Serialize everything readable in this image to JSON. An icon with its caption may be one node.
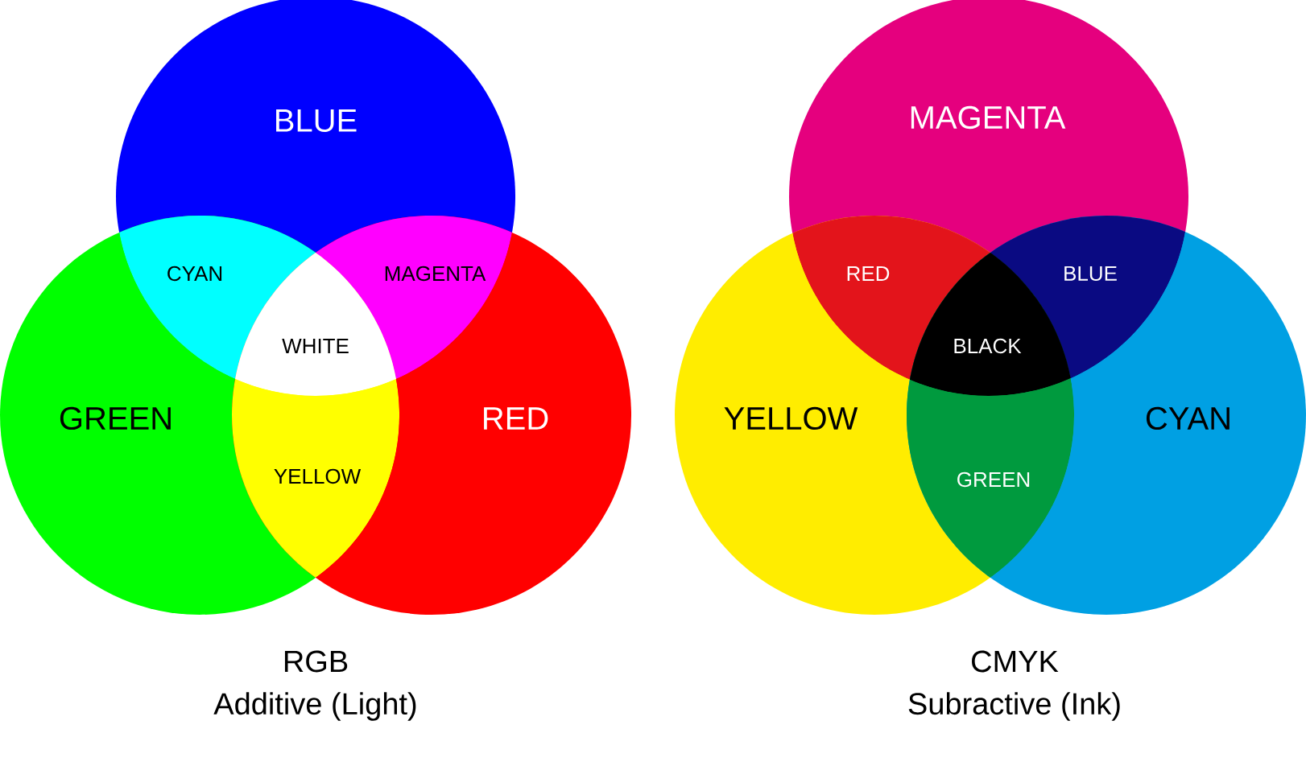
{
  "diagram": {
    "nodes": [
      {
        "text": [
          "BLUE"
        ]
      },
      {
        "text": [
          "GREEN"
        ]
      },
      {
        "text": [
          "RED"
        ]
      },
      {
        "text": [
          "MAGENTA"
        ]
      },
      {
        "text": [
          "YELLOW"
        ]
      },
      {
        "text": [
          "CYAN"
        ]
      }
    ],
    "labels": [
      "CYAN",
      "MAGENTA",
      "WHITE",
      "YELLOW",
      "RED",
      "BLUE",
      "BLACK",
      "GREEN",
      "RGB",
      "Additive (Light)",
      "CMYK",
      "Subractive (Ink)"
    ]
  }
}
